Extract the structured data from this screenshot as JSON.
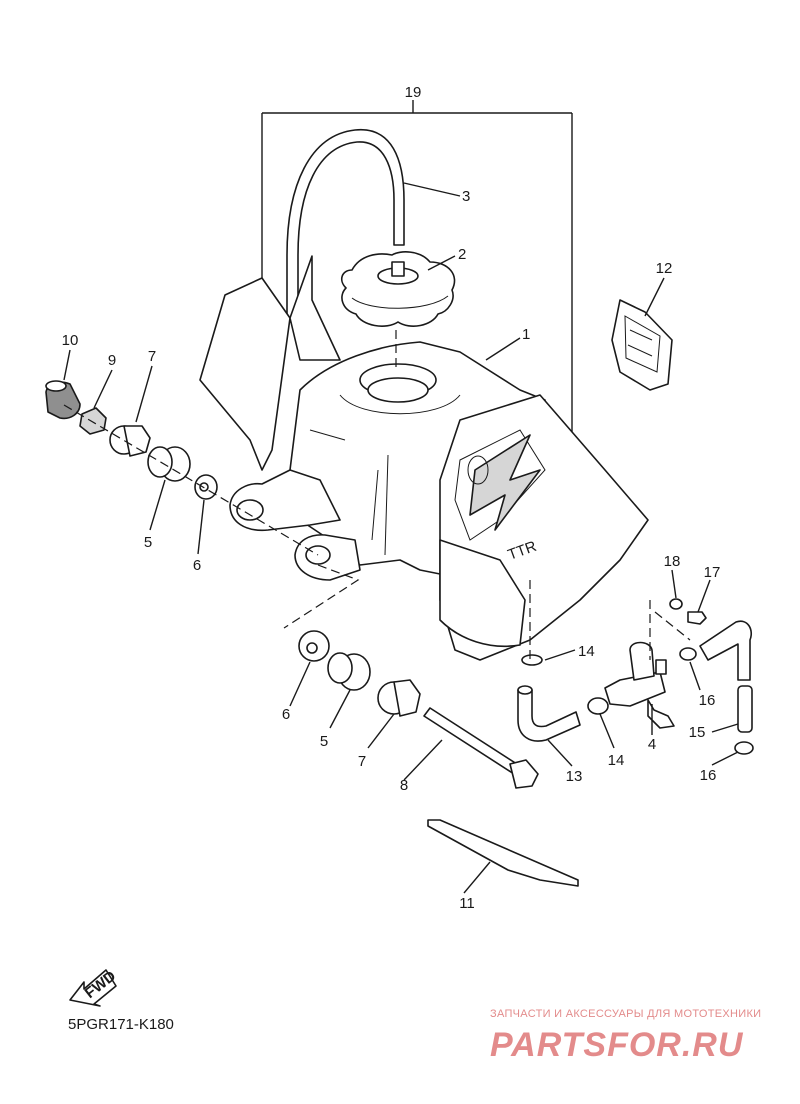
{
  "diagram": {
    "reference_code": "5PGR171-K180",
    "direction_marker": "FWD",
    "callouts": [
      "19",
      "3",
      "2",
      "12",
      "1",
      "10",
      "9",
      "7",
      "5",
      "6",
      "18",
      "17",
      "14",
      "16",
      "4",
      "15",
      "6",
      "5",
      "7",
      "8",
      "13",
      "14",
      "16",
      "11"
    ]
  },
  "watermark": {
    "caption": "ЗАПЧАСТИ И АКСЕССУАРЫ ДЛЯ МОТОТЕХНИКИ",
    "logo_text": "PARTSFOR.RU",
    "color": "#e38b8b"
  },
  "colors": {
    "line": "#1a1a1a",
    "background": "#ffffff"
  }
}
